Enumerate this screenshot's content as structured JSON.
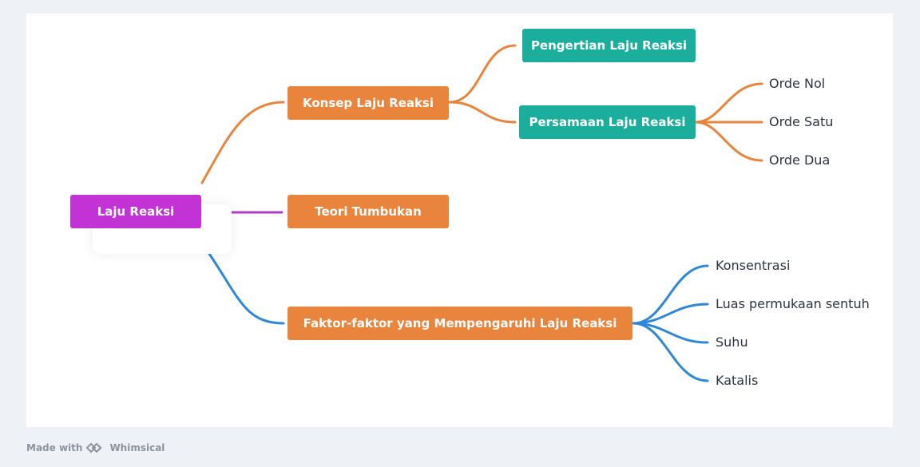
{
  "colors": {
    "page_bg": "#eef2f6",
    "root": "#c133d4",
    "branch": "#e8843b",
    "subbranch": "#1bae9c",
    "edge_orange": "#e8843b",
    "edge_purple": "#b23cc6",
    "edge_blue": "#2f87d8"
  },
  "mindmap": {
    "root": {
      "label": "Laju Reaksi"
    },
    "branches": [
      {
        "label": "Konsep Laju Reaksi",
        "children": [
          {
            "label": "Pengertian Laju Reaksi"
          },
          {
            "label": "Persamaan Laju Reaksi",
            "children": [
              "Orde Nol",
              "Orde Satu",
              "Orde Dua"
            ]
          }
        ]
      },
      {
        "label": "Teori Tumbukan"
      },
      {
        "label": "Faktor-faktor yang Mempengaruhi Laju Reaksi",
        "children": [
          "Konsentrasi",
          "Luas permukaan sentuh",
          "Suhu",
          "Katalis"
        ]
      }
    ]
  },
  "footer": {
    "made_with": "Made with",
    "brand": "Whimsical",
    "icon": "whimsical-logo-icon"
  }
}
